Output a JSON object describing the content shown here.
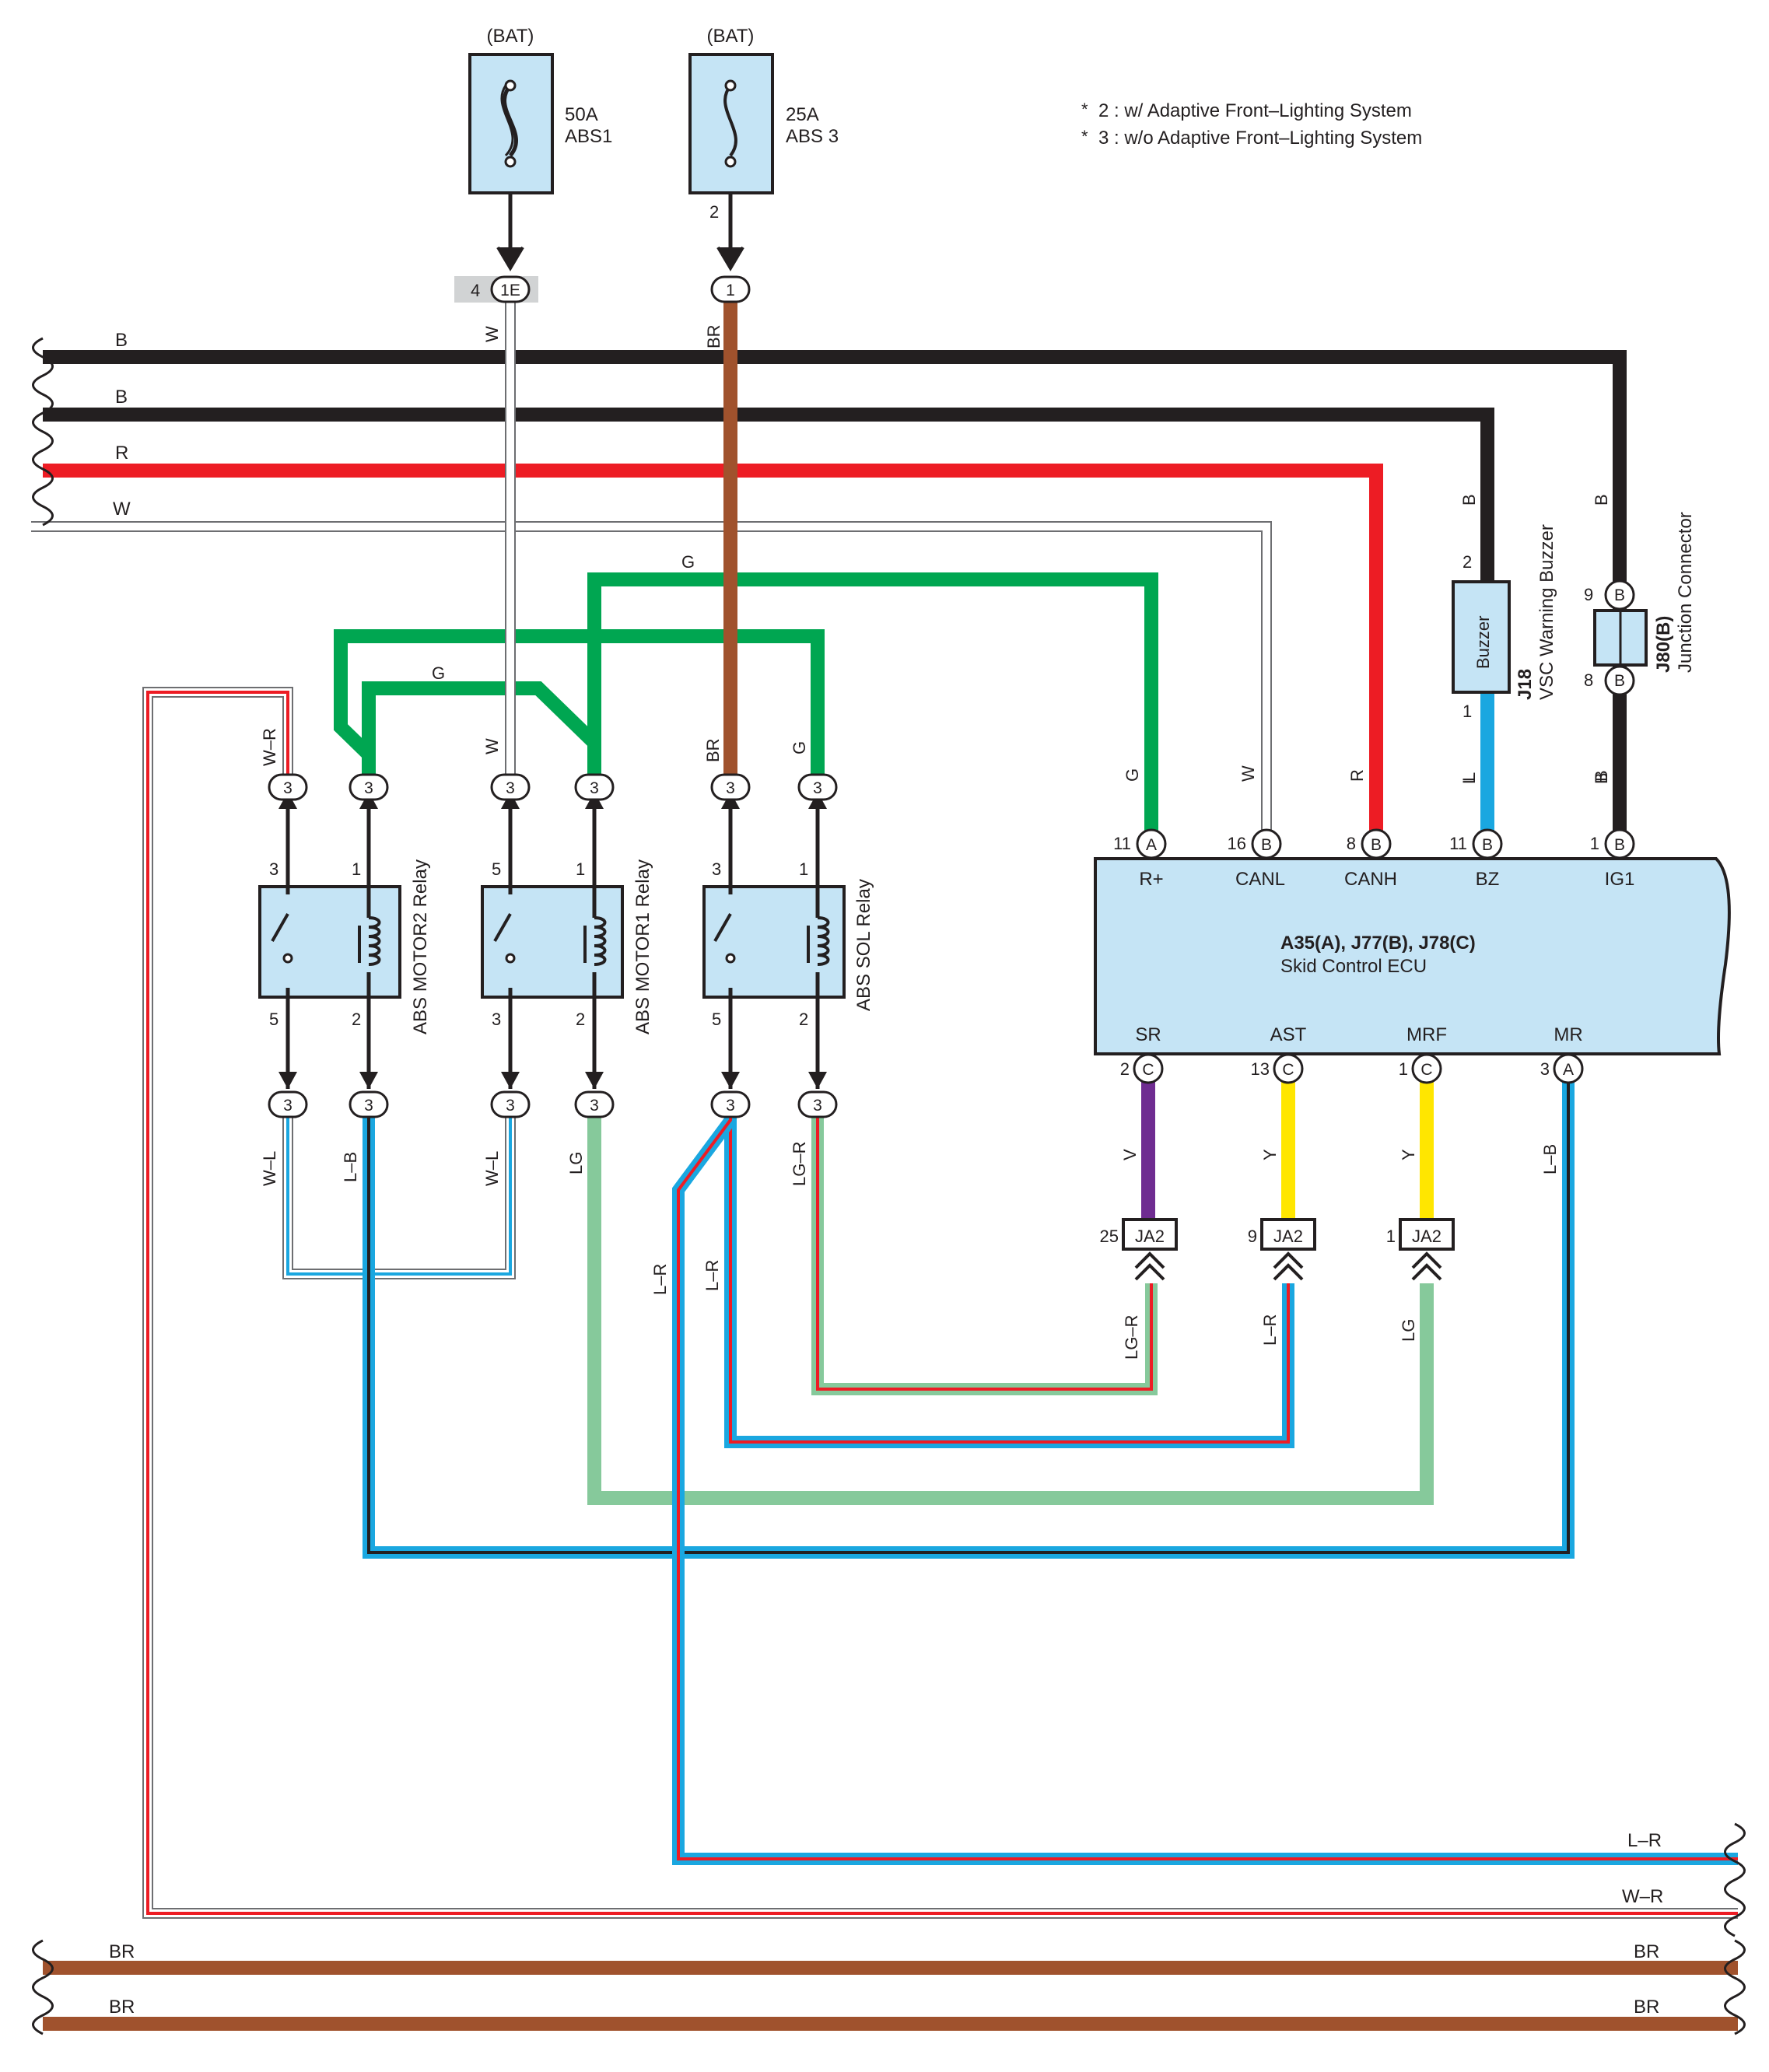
{
  "notes": {
    "note1": "2 : w/ Adaptive Front–Lighting System",
    "note2": "3 : w/o Adaptive Front–Lighting System"
  },
  "fuses": [
    {
      "supply": "(BAT)",
      "rating": "50A",
      "name": "ABS1",
      "pin": "",
      "connector_pin": "4",
      "connector": "1E"
    },
    {
      "supply": "(BAT)",
      "rating": "25A",
      "name": "ABS 3",
      "pin": "2",
      "connector": "1"
    }
  ],
  "edge_wires": {
    "left": [
      "B",
      "B",
      "R",
      "W"
    ],
    "right": [
      "L–R",
      "W–R"
    ],
    "bottom_left": [
      "BR",
      "BR"
    ],
    "bottom_right": [
      "BR",
      "BR"
    ]
  },
  "riser_labels": {
    "abs1": "W",
    "abs3": "BR",
    "g_top": "G",
    "g_mid": "G"
  },
  "relays": [
    {
      "name": "ABS MOTOR2 Relay",
      "pins": {
        "tl": "3",
        "tr": "1",
        "bl": "5",
        "br": "2"
      },
      "top_conn": [
        "3",
        "3"
      ],
      "bottom_conn": [
        "3",
        "3"
      ],
      "top_wire": [
        "W–R",
        ""
      ],
      "bottom_wire": [
        "W–L",
        "L–B"
      ]
    },
    {
      "name": "ABS MOTOR1 Relay",
      "pins": {
        "tl": "5",
        "tr": "1",
        "bl": "3",
        "br": "2"
      },
      "top_conn": [
        "3",
        "3"
      ],
      "bottom_conn": [
        "3",
        "3"
      ],
      "top_wire": [
        "W",
        ""
      ],
      "bottom_wire": [
        "W–L",
        "LG"
      ]
    },
    {
      "name": "ABS SOL Relay",
      "pins": {
        "tl": "3",
        "tr": "1",
        "bl": "5",
        "br": "2"
      },
      "top_conn": [
        "3",
        "3"
      ],
      "bottom_conn": [
        "3",
        "3"
      ],
      "top_wire": [
        "BR",
        "G"
      ],
      "bottom_wire": [
        "L–R",
        "LG–R"
      ]
    }
  ],
  "extra_wire_labels": {
    "l_r_left": "L–R"
  },
  "buzzer": {
    "box_label": "Buzzer",
    "code": "J18",
    "name": "VSC Warning Buzzer",
    "pin_top": "2",
    "pin_bottom": "1",
    "wire_top": "B",
    "wire_bottom": "L"
  },
  "junction": {
    "code": "J80(B)",
    "name": "Junction Connector",
    "pin_top": "9",
    "pin_bottom": "8",
    "letter": "B",
    "wire_top": "B",
    "wire_bottom": "B"
  },
  "ecu": {
    "codes": "A35(A), J77(B), J78(C)",
    "name": "Skid Control ECU",
    "top_terminals": [
      {
        "pin": "11",
        "letter": "A",
        "label": "R+",
        "wire": "G"
      },
      {
        "pin": "16",
        "letter": "B",
        "label": "CANL",
        "wire": "W"
      },
      {
        "pin": "8",
        "letter": "B",
        "label": "CANH",
        "wire": "R"
      },
      {
        "pin": "11",
        "letter": "B",
        "label": "BZ",
        "wire": "L"
      },
      {
        "pin": "1",
        "letter": "B",
        "label": "IG1",
        "wire": "B"
      }
    ],
    "bottom_terminals": [
      {
        "pin": "2",
        "letter": "C",
        "label": "SR",
        "wire": "V"
      },
      {
        "pin": "13",
        "letter": "C",
        "label": "AST",
        "wire": "Y"
      },
      {
        "pin": "1",
        "letter": "C",
        "label": "MRF",
        "wire": "Y"
      },
      {
        "pin": "3",
        "letter": "A",
        "label": "MR",
        "wire": "L–B"
      }
    ]
  },
  "ja2_connectors": [
    {
      "pin": "25",
      "name": "JA2",
      "wire": "LG–R"
    },
    {
      "pin": "9",
      "name": "JA2",
      "wire": "L–R"
    },
    {
      "pin": "1",
      "name": "JA2",
      "wire": "LG"
    }
  ],
  "colors": {
    "B": "#231f20",
    "R": "#ed1c24",
    "W": "#ffffff",
    "G": "#00a651",
    "BR": "#a0522d",
    "L": "#1aa7e0",
    "V": "#6f2c91",
    "Y": "#ffe600",
    "LG": "#86c99b",
    "box": "#c5e4f5"
  }
}
